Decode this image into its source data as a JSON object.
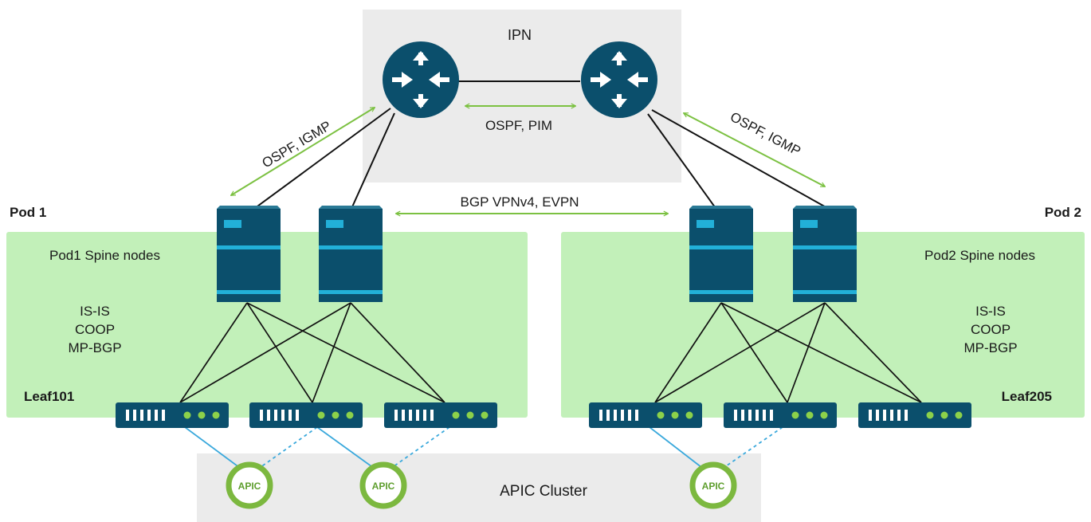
{
  "ipn": {
    "title": "IPN",
    "link_protocols": "OSPF, PIM"
  },
  "pod1": {
    "title": "Pod 1",
    "spine_label": "Pod1 Spine nodes",
    "protocols": [
      "IS-IS",
      "COOP",
      "MP-BGP"
    ],
    "leaf_label": "Leaf101",
    "uplink_protocols": "OSPF, IGMP"
  },
  "pod2": {
    "title": "Pod 2",
    "spine_label": "Pod2 Spine nodes",
    "protocols": [
      "IS-IS",
      "COOP",
      "MP-BGP"
    ],
    "leaf_label": "Leaf205",
    "uplink_protocols": "OSPF, IGMP"
  },
  "inter_pod": {
    "label": "BGP VPNv4, EVPN"
  },
  "apic_cluster": {
    "title": "APIC Cluster",
    "node_label": "APIC"
  },
  "colors": {
    "pod_fill": "#c2f0b9",
    "ipn_fill": "#ebebeb",
    "router": "#0b4f6c",
    "device": "#0b4f6c",
    "accent": "#22b0d8",
    "leaf_dot": "#8cd14a",
    "arrow": "#7cc142",
    "apic_ring": "#7cb83f",
    "apic_link": "#3ba9dc"
  },
  "icons": [
    "router-icon",
    "spine-switch-icon",
    "leaf-switch-icon",
    "apic-icon"
  ]
}
